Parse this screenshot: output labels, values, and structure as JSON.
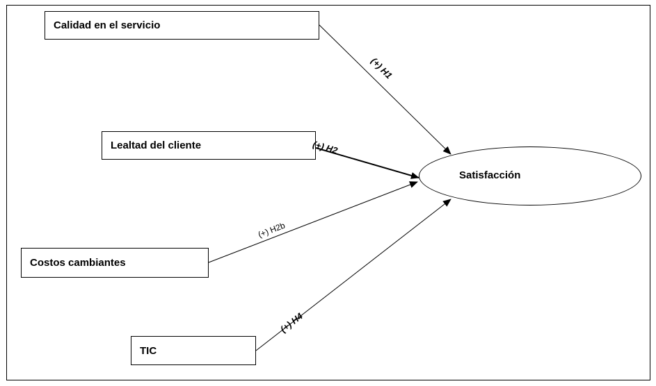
{
  "nodes": {
    "calidad": "Calidad en el servicio",
    "lealtad": "Lealtad del cliente",
    "costos": "Costos cambiantes",
    "tic": "TIC",
    "satisfaccion": "Satisfacción"
  },
  "edges": {
    "h1": "(+) H1",
    "h2": "(+) H2",
    "h2b": "(+) H2b",
    "h4": "(+) H4"
  }
}
